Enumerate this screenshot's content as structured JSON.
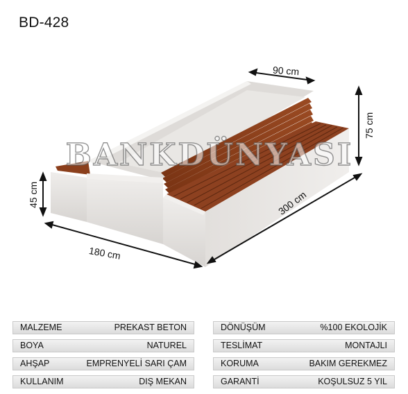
{
  "product_code": "BD-428",
  "watermark": "BANKDÜNYASI",
  "dimensions": {
    "width": "90 cm",
    "length": "300 cm",
    "depth": "180 cm",
    "seat_height": "45 cm",
    "back_height": "75 cm"
  },
  "specs_left": [
    {
      "key": "MALZEME",
      "value": "PREKAST BETON"
    },
    {
      "key": "BOYA",
      "value": "NATUREL"
    },
    {
      "key": "AHŞAP",
      "value": "EMPRENYELİ SARI ÇAM"
    },
    {
      "key": "KULLANIM",
      "value": "DIŞ MEKAN"
    }
  ],
  "specs_right": [
    {
      "key": "DÖNÜŞÜM",
      "value": "%100 EKOLOJİK"
    },
    {
      "key": "TESLİMAT",
      "value": "MONTAJLI"
    },
    {
      "key": "KORUMA",
      "value": "BAKIM GEREKMEZ"
    },
    {
      "key": "GARANTİ",
      "value": "KOŞULSUZ 5 YIL"
    }
  ],
  "colors": {
    "concrete_light": "#ebe9e7",
    "concrete_shadow": "#cfccc9",
    "wood": "#8b3f1c",
    "wood_dark": "#5e2810"
  }
}
